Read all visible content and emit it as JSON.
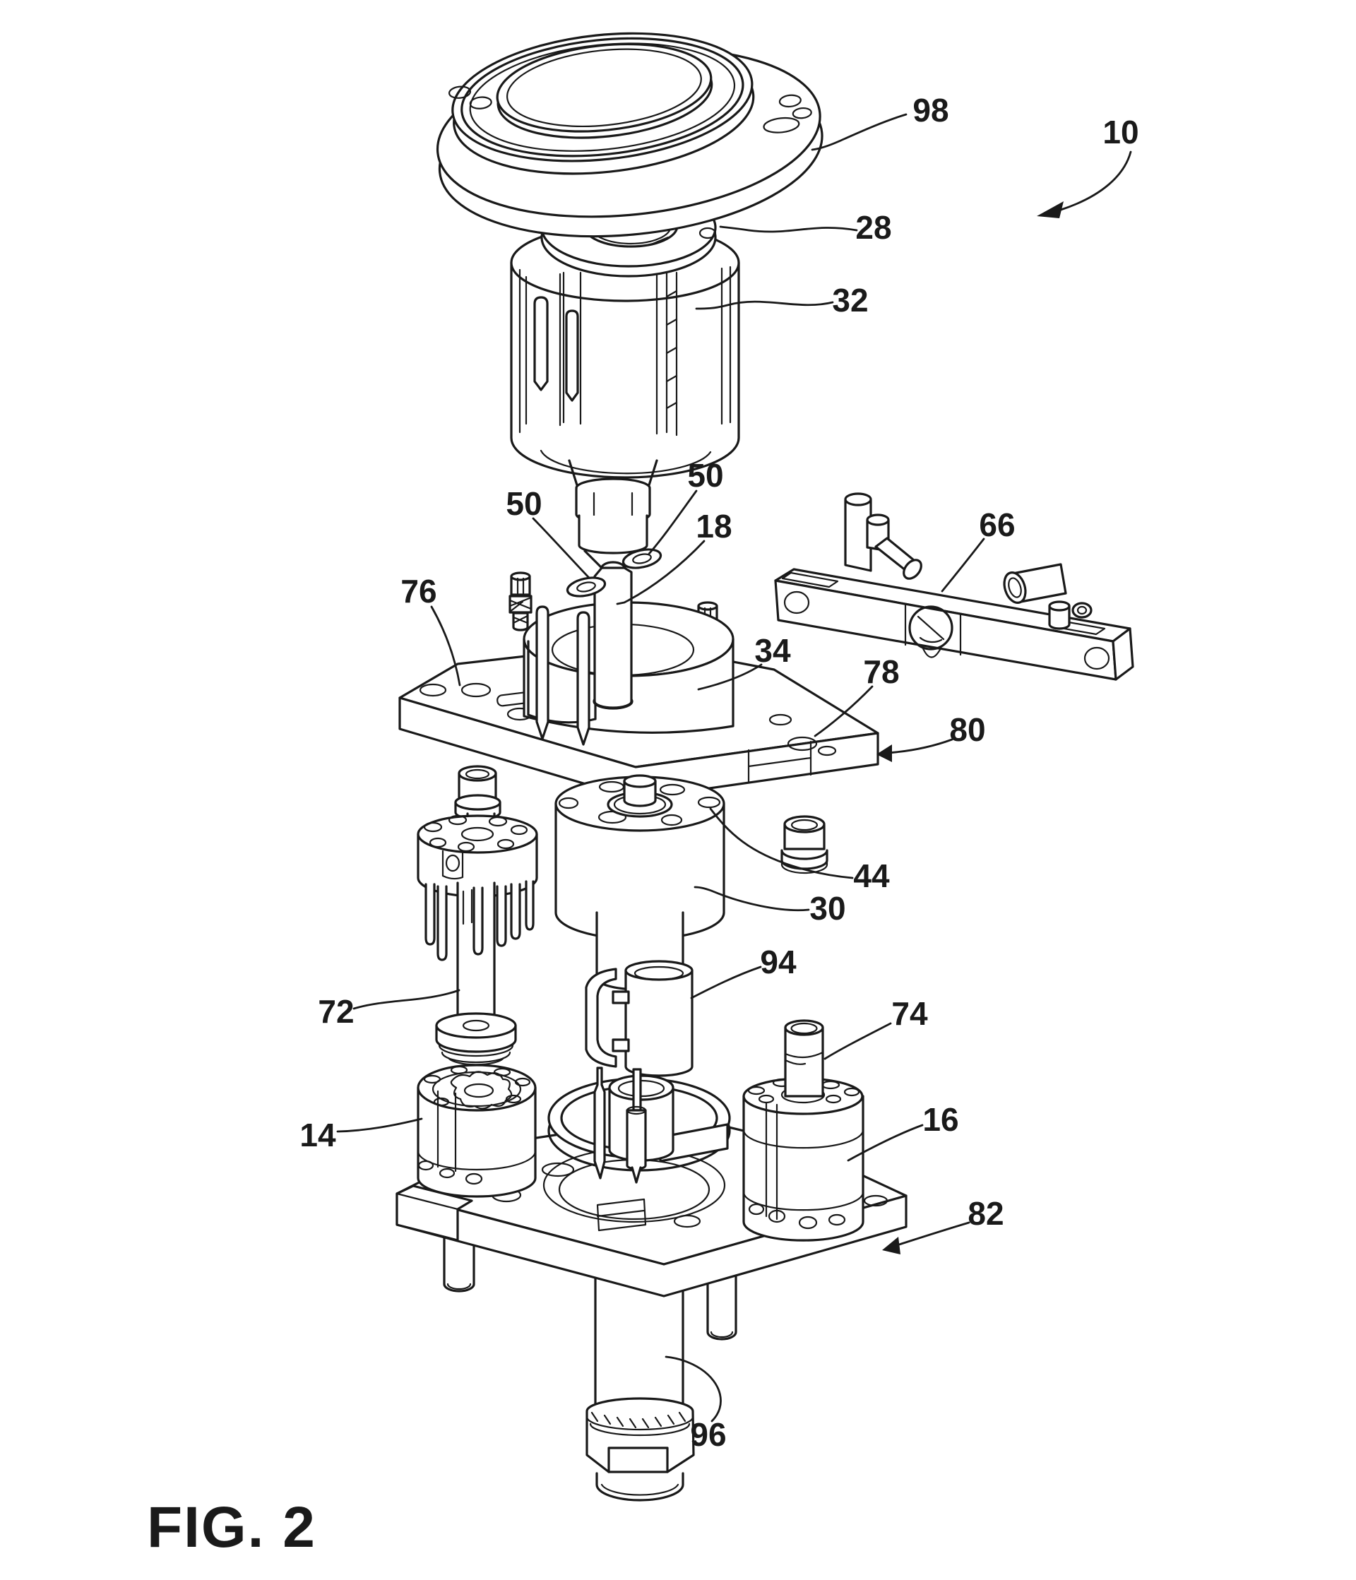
{
  "figure": {
    "caption": "FIG. 2",
    "figure_number": "2",
    "drawing_type": "patent-exploded-isometric-view"
  },
  "labels": [
    {
      "ref": "98",
      "text": "98"
    },
    {
      "ref": "10",
      "text": "10"
    },
    {
      "ref": "28",
      "text": "28"
    },
    {
      "ref": "32",
      "text": "32"
    },
    {
      "ref": "50-left",
      "text": "50"
    },
    {
      "ref": "50-right",
      "text": "50"
    },
    {
      "ref": "18",
      "text": "18"
    },
    {
      "ref": "66",
      "text": "66"
    },
    {
      "ref": "76",
      "text": "76"
    },
    {
      "ref": "34",
      "text": "34"
    },
    {
      "ref": "78",
      "text": "78"
    },
    {
      "ref": "80",
      "text": "80"
    },
    {
      "ref": "44",
      "text": "44"
    },
    {
      "ref": "30",
      "text": "30"
    },
    {
      "ref": "94",
      "text": "94"
    },
    {
      "ref": "72",
      "text": "72"
    },
    {
      "ref": "74",
      "text": "74"
    },
    {
      "ref": "14",
      "text": "14"
    },
    {
      "ref": "16",
      "text": "16"
    },
    {
      "ref": "82",
      "text": "82"
    },
    {
      "ref": "96",
      "text": "96"
    }
  ]
}
